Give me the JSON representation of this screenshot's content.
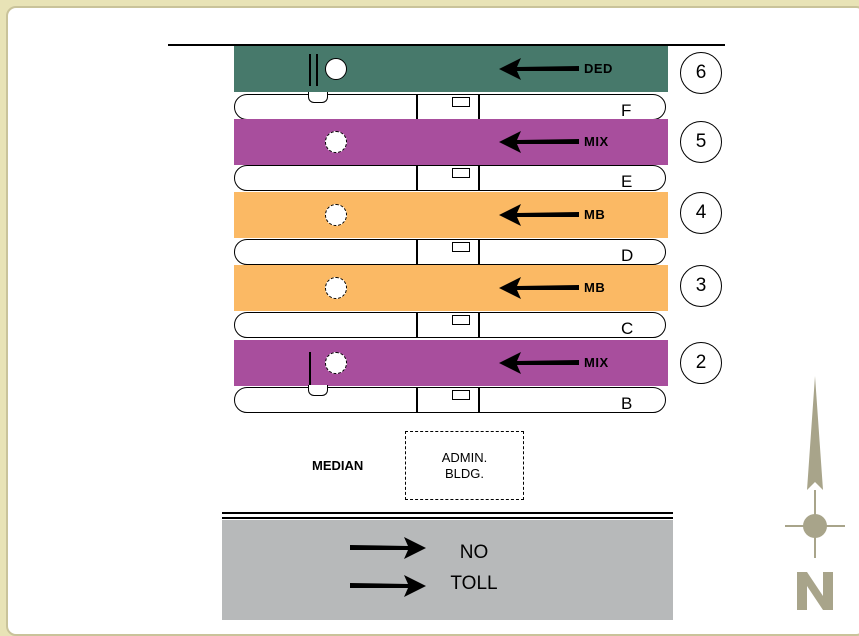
{
  "lanes": [
    {
      "number": "6",
      "label": "DED",
      "color": "#47796b",
      "symbol": "solid-circle-with-bollard",
      "booth_letter": "F"
    },
    {
      "number": "5",
      "label": "MIX",
      "color": "#a84e9d",
      "symbol": "dashed-circle",
      "booth_letter": "E"
    },
    {
      "number": "4",
      "label": "MB",
      "color": "#fbb964",
      "symbol": "dashed-circle",
      "booth_letter": "D"
    },
    {
      "number": "3",
      "label": "MB",
      "color": "#fbb964",
      "symbol": "dashed-circle",
      "booth_letter": "C"
    },
    {
      "number": "2",
      "label": "MIX",
      "color": "#a84e9d",
      "symbol": "dashed-circle-with-bollard",
      "booth_letter": "B"
    }
  ],
  "median": {
    "label": "MEDIAN"
  },
  "admin_building": {
    "line1": "ADMIN.",
    "line2": "BLDG."
  },
  "no_toll": {
    "line1": "NO",
    "line2": "TOLL",
    "color": "#b7b9ba"
  },
  "north_arrow": {
    "letter": "N",
    "color": "#a8a48a"
  }
}
